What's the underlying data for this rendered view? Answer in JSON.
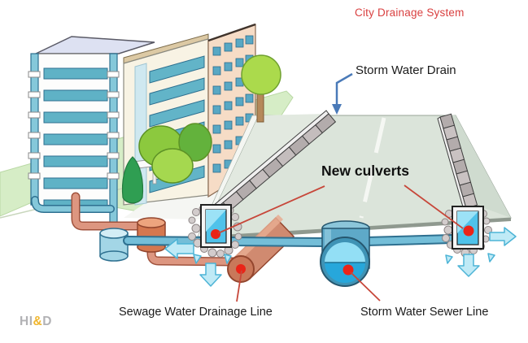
{
  "title": "City Drainage System",
  "labels": {
    "storm_water_drain": "Storm Water Drain",
    "new_culverts": "New culverts",
    "sewage_water_drainage_line": "Sewage Water Drainage Line",
    "storm_water_sewer_line": "Storm Water Sewer Line"
  },
  "watermark": {
    "hi": "HI",
    "amp": "&",
    "d": "D"
  },
  "colors": {
    "title_red": "#d94040",
    "annotation_red": "#c7473a",
    "label_black": "#1b1b1b",
    "pointer_arrow_blue": "#4a7ab8",
    "road_surface_gray_green": "#dbe4da",
    "drain_strip_gray": "#b3acac",
    "lawn_green": "#d6edc6",
    "storm_pipe_blue": "#3f93b5",
    "culvert_water_blue": "#4fc2ea",
    "sewage_pipe_salmon": "#d4774f",
    "flow_arrow_cyan": "#bfeaf6",
    "marker_dot_red": "#ea2418",
    "watermark_gray": "#b2b2b5",
    "watermark_amp_yellow": "#f0b62e"
  }
}
